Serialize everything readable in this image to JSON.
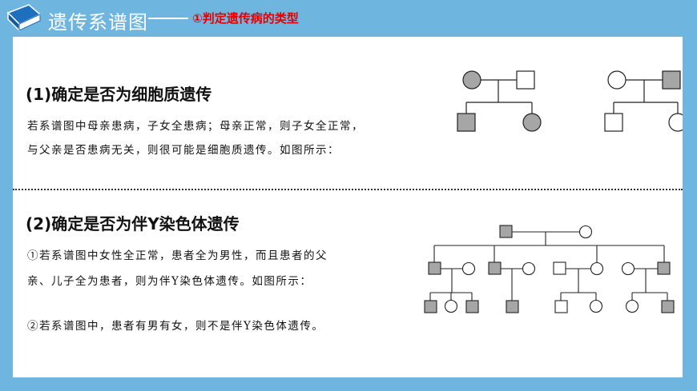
{
  "header": {
    "title": "遗传系谱图",
    "subtitle": "①判定遗传病的类型"
  },
  "section1": {
    "heading": "(1)确定是否为细胞质遗传",
    "line1": "若系谱图中母亲患病，子女全患病；母亲正常，则子女全正常，",
    "line2": "与父亲是否患病无关，则很可能是细胞质遗传。如图所示："
  },
  "section2": {
    "heading": "(2)确定是否为伴Y染色体遗传",
    "item1_line1": "①若系谱图中女性全正常，患者全为男性，而且患者的父",
    "item1_line2": "亲、儿子全为患者，则为伴Y染色体遗传。如图所示：",
    "item2": "②若系谱图中，患者有男有女，则不是伴Y染色体遗传。"
  },
  "colors": {
    "background": "#6EB6E0",
    "panel": "#ffffff",
    "subtitle": "#e30000",
    "affected": "#a6a6a6"
  }
}
